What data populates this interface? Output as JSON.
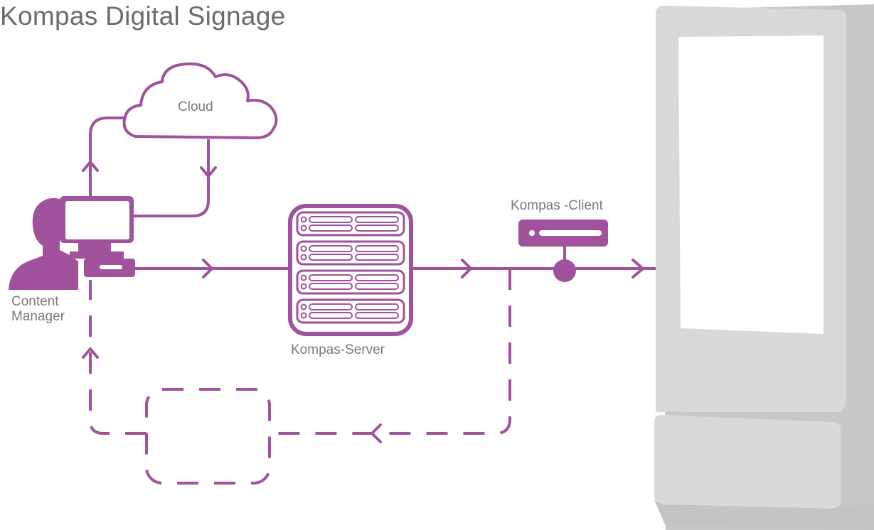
{
  "title": "Kompas Digital Signage",
  "labels": {
    "cloud": "Cloud",
    "content_manager_line1": "Content",
    "content_manager_line2": "Manager",
    "server": "Kompas-Server",
    "client": "Kompas -Client"
  },
  "colors": {
    "accent": "#a0529c",
    "kiosk_frame": "#d6d6d6",
    "kiosk_shadow": "#c4c4c4",
    "text": "#6b6b6b"
  },
  "icons": {
    "cloud": "cloud-icon",
    "user": "user-workstation-icon",
    "server": "server-rack-icon",
    "client": "client-device-icon",
    "kiosk": "signage-kiosk-icon"
  }
}
